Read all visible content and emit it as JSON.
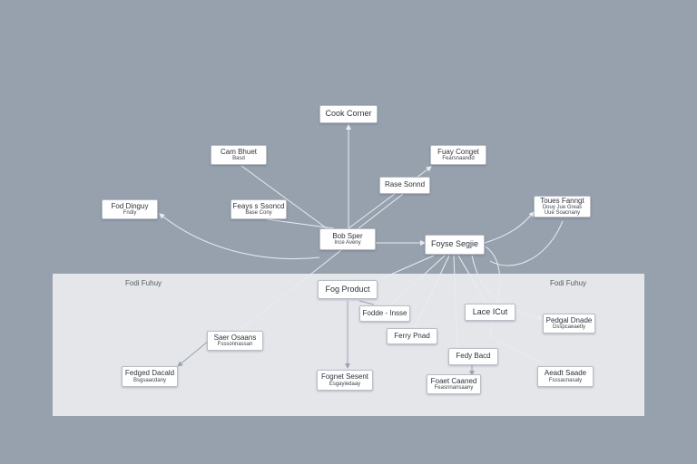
{
  "diagram": {
    "regions": {
      "left_label": "Fodi Fuhuy",
      "right_label": "Fodi Fuhuy"
    },
    "nodes": {
      "cook_corner": {
        "line1": "Cook Corner",
        "line2": ""
      },
      "cam_bhuet": {
        "line1": "Cam Bhuet",
        "line2": "Basd"
      },
      "fuay_conget": {
        "line1": "Fuay Conget",
        "line2": "Fearsnaandd"
      },
      "rase_sonnd": {
        "line1": "Rase Sonnd",
        "line2": ""
      },
      "fod_dinguy": {
        "line1": "Fod Dinguy",
        "line2": "Fndiy"
      },
      "feays_ssoncd": {
        "line1": "Feays s Ssoncd",
        "line2": "Base Cony"
      },
      "bob_sper": {
        "line1": "Bob Sper",
        "line2": "Ince Aveny"
      },
      "foyse_segjie": {
        "line1": "Foyse Segjie",
        "line2": ""
      },
      "toues_fanngt": {
        "line1": "Toues Fanngt",
        "line2": "Douy Jue Greas"
      },
      "toues_fanngt_l3": {
        "line1": "Uue Soacnany",
        "line2": ""
      },
      "fop_product": {
        "line1": "Fog Product",
        "line2": ""
      },
      "fodde_insse": {
        "line1": "Fodde - Insse",
        "line2": ""
      },
      "lace_icut": {
        "line1": "Lace ICut",
        "line2": ""
      },
      "ferry_pnad": {
        "line1": "Ferry Pnad",
        "line2": ""
      },
      "pedgal_dnade": {
        "line1": "Pedgal Dnade",
        "line2": "Dsspcaeaetly"
      },
      "saer_osaans": {
        "line1": "Saer Osaans",
        "line2": "Fsssonnassan"
      },
      "fedy_bacd": {
        "line1": "Fedy Bacd",
        "line2": ""
      },
      "fedged_dacald": {
        "line1": "Fedged Dacald",
        "line2": "Bsgsaacdany"
      },
      "fognet_seasent": {
        "line1": "Fognet Sesent",
        "line2": "Esgayiedaay"
      },
      "foaet_caaned": {
        "line1": "Foaet Caaned",
        "line2": "Feasnnansaany"
      },
      "aeadt_saade": {
        "line1": "Aeadt Saade",
        "line2": "Fsssacnasaly"
      }
    }
  }
}
